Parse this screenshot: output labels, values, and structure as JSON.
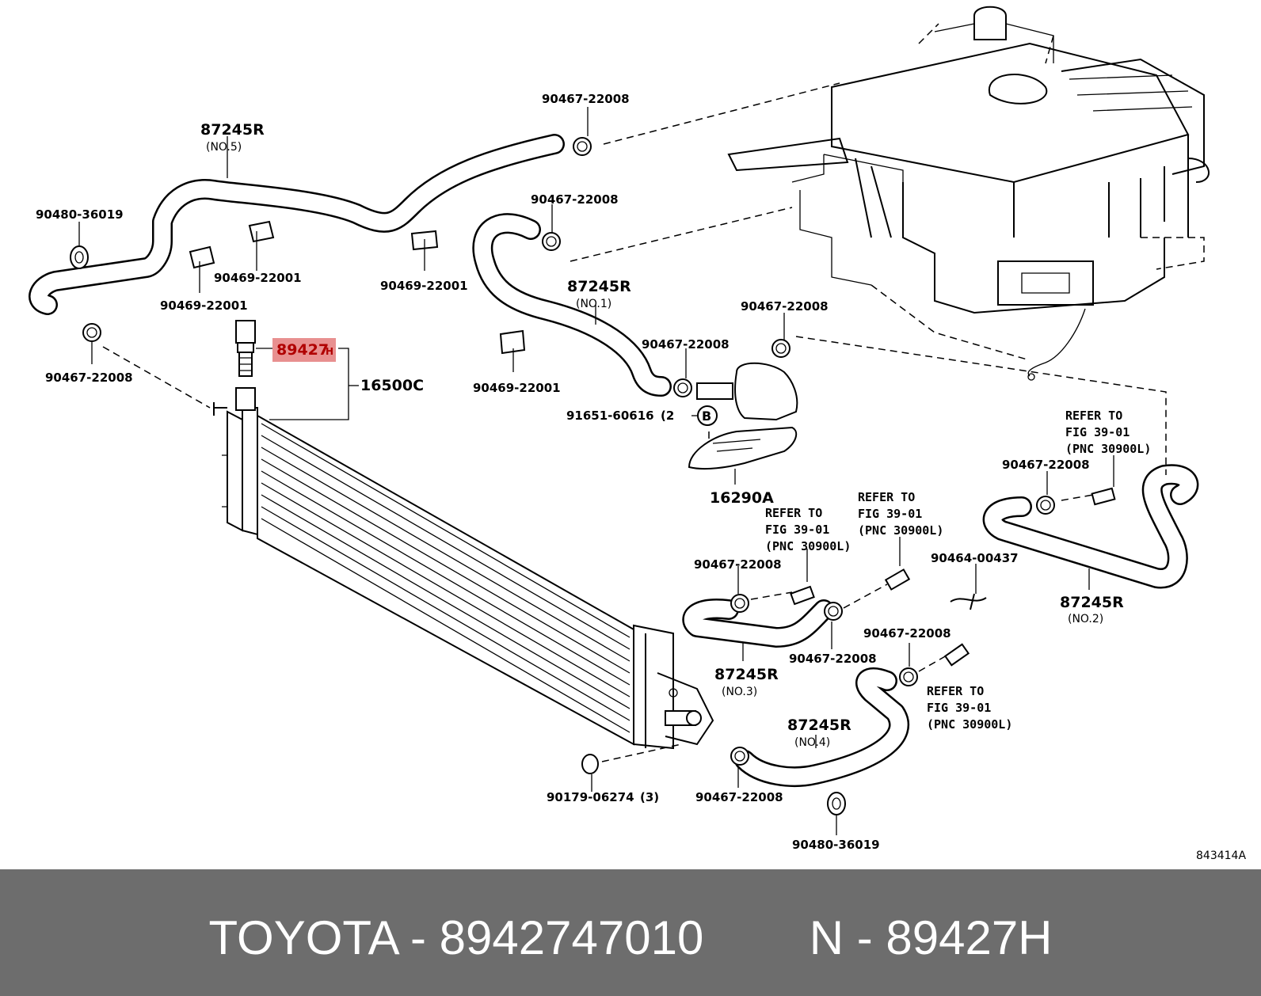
{
  "diagram": {
    "parts": {
      "hose_no5": "87245R",
      "hose_no5_sub": "(NO.5)",
      "hose_no1": "87245R",
      "hose_no1_sub": "(NO.1)",
      "hose_no2": "87245R",
      "hose_no2_sub": "(NO.2)",
      "hose_no3": "87245R",
      "hose_no3_sub": "(NO.3)",
      "hose_no4": "87245R",
      "hose_no4_sub": "(NO.4)",
      "clamp_a": "90467-22008",
      "clamp_b": "90467-22008",
      "clamp_c": "90467-22008",
      "clamp_d": "90467-22008",
      "clamp_e": "90467-22008",
      "clamp_f": "90467-22008",
      "clamp_g": "90467-22008",
      "clamp_h": "90467-22008",
      "clamp_i": "90467-22008",
      "clamp_j": "90467-22008",
      "clip_a": "90469-22001",
      "clip_b": "90469-22001",
      "clip_c": "90469-22001",
      "clip_d": "90469-22001",
      "cushion_top": "90480-36019",
      "cushion_bottom": "90480-36019",
      "sensor_highlight": "89427",
      "sensor_suffix": "H",
      "radiator_assy": "16500C",
      "pump_assy": "16290A",
      "pump_bolt": "91651-60616",
      "pump_bolt_qty": "(2",
      "callout_b": "B",
      "nut": "90179-06274",
      "nut_qty": "(3)",
      "clip_90464": "90464-00437",
      "ref1_l1": "REFER TO",
      "ref1_l2": "FIG 39-01",
      "ref1_l3": "(PNC 30900L)",
      "ref2_l1": "REFER TO",
      "ref2_l2": "FIG 39-01",
      "ref2_l3": "(PNC 30900L)",
      "ref3_l1": "REFER TO",
      "ref3_l2": "FIG 39-01",
      "ref3_l3": "(PNC 30900L)",
      "ref4_l1": "REFER TO",
      "ref4_l2": "FIG 39-01",
      "ref4_l3": "(PNC 30900L)",
      "figure_code": "843414A"
    }
  },
  "footer": {
    "text": "TOYOTA - 8942747010        N - 89427H"
  },
  "colors": {
    "highlight": "#e89090",
    "footer_bg": "#6d6d6d",
    "footer_text": "#ffffff"
  }
}
